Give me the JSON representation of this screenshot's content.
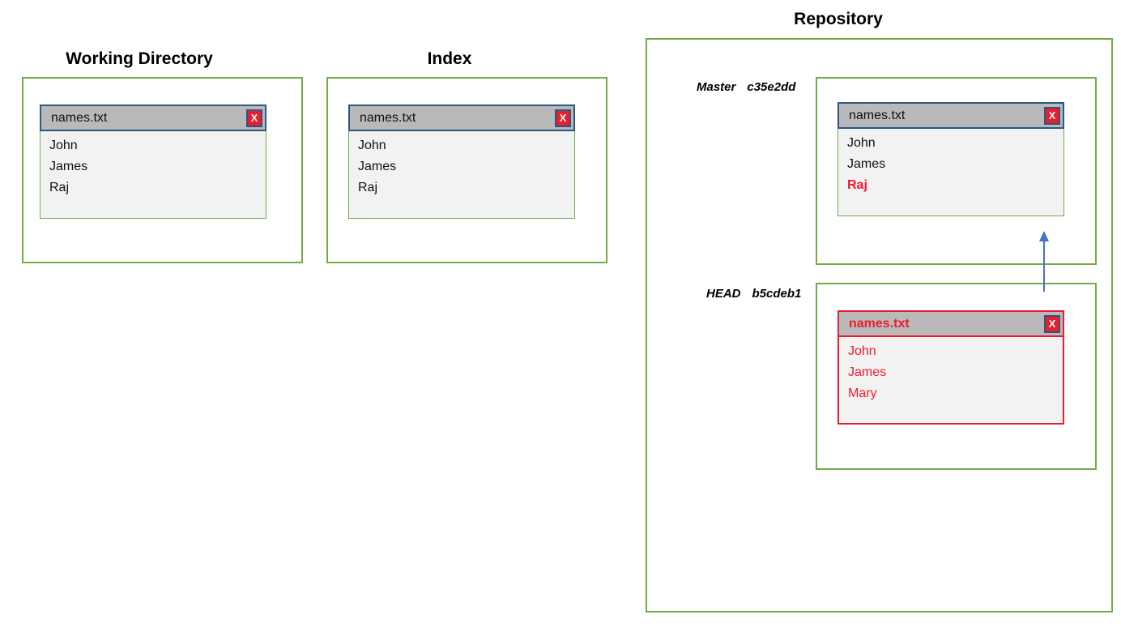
{
  "colors": {
    "box_green": "#70ad47",
    "header_blue": "#2a5783",
    "arrow_blue": "#4472c4",
    "red": "#ec1c2d",
    "header_gray": "#b9b9b9",
    "body_gray": "#f2f2f2",
    "text_black": "#111111"
  },
  "working_directory": {
    "title": "Working Directory",
    "file": {
      "name": "names.txt",
      "close": "X",
      "lines": [
        {
          "text": "John",
          "emphasis": "none"
        },
        {
          "text": "James",
          "emphasis": "none"
        },
        {
          "text": "Raj",
          "emphasis": "none"
        }
      ]
    }
  },
  "index": {
    "title": "Index",
    "file": {
      "name": "names.txt",
      "close": "X",
      "lines": [
        {
          "text": "John",
          "emphasis": "none"
        },
        {
          "text": "James",
          "emphasis": "none"
        },
        {
          "text": "Raj",
          "emphasis": "none"
        }
      ]
    }
  },
  "repository": {
    "title": "Repository",
    "commits": [
      {
        "ref": "Master",
        "hash": "c35e2dd",
        "file": {
          "name": "names.txt",
          "close": "X",
          "variant": "default",
          "lines": [
            {
              "text": "John",
              "emphasis": "none"
            },
            {
              "text": "James",
              "emphasis": "none"
            },
            {
              "text": "Raj",
              "emphasis": "red-bold"
            }
          ]
        }
      },
      {
        "ref": "HEAD",
        "hash": "b5cdeb1",
        "file": {
          "name": "names.txt",
          "close": "X",
          "variant": "red",
          "lines": [
            {
              "text": "John",
              "emphasis": "red"
            },
            {
              "text": "James",
              "emphasis": "red"
            },
            {
              "text": "Mary",
              "emphasis": "red"
            }
          ]
        }
      }
    ]
  }
}
